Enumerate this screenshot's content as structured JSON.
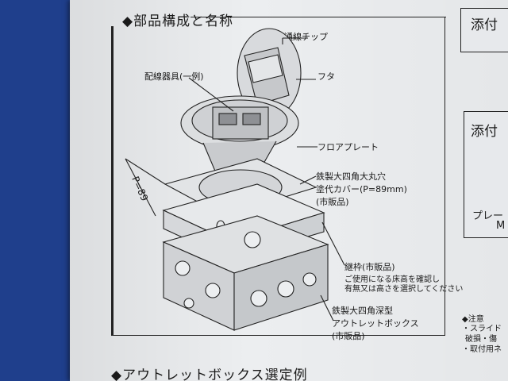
{
  "sections": {
    "main_title": "◆部品構成と名称",
    "bottom_title": "◆アウトレットボックス選定例"
  },
  "labels": {
    "tsusen_chip": "通線チップ",
    "futa": "フタ",
    "haisen_kigu": "配線器具(一例)",
    "floor_plate": "フロアプレート",
    "p89": "P=89",
    "cover_line1": "鉄製大四角大丸穴",
    "cover_line2": "塗代カバー(P=89mm)",
    "cover_line3": "(市販品)",
    "tsugiwaku": "継枠(市販品)",
    "tsugiwaku_note1": "ご使用になる床高を確認し",
    "tsugiwaku_note2": "有無又は高さを選択してください",
    "box_line1": "鉄製大四角深型",
    "box_line2": "アウトレットボックス",
    "box_line3": "(市販品)"
  },
  "right_panel": {
    "top_box_title": "添付",
    "mid_box_title": "添付",
    "mid_box_text1": "プレー",
    "mid_box_text2": "M",
    "notes_title": "◆注意",
    "note1": "・スライド",
    "note2": "破損・傷",
    "note3": "・取付用ネ"
  },
  "colors": {
    "background": "#1f3f8c",
    "paper": "#eceef0",
    "ink": "#1a1a1a"
  }
}
